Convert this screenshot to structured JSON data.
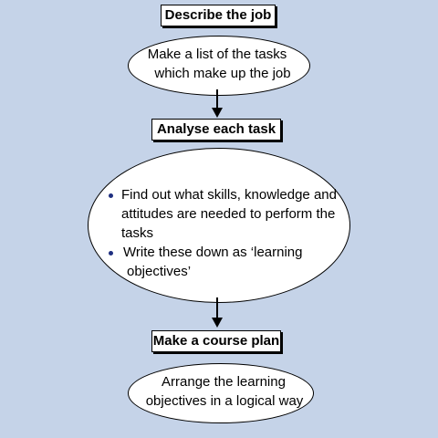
{
  "steps": [
    {
      "heading": "Describe the job",
      "detail_lines": [
        "Make a list of the tasks",
        "which make up the job"
      ]
    },
    {
      "heading": "Analyse each task",
      "bullets": [
        {
          "lines": [
            "Find out what skills, knowledge and",
            "attitudes are needed to perform the",
            "tasks"
          ]
        },
        {
          "lines": [
            "Write these down as ‘learning",
            "objectives’"
          ]
        }
      ]
    },
    {
      "heading": "Make a course plan",
      "detail_lines": [
        "Arrange the learning",
        "objectives in a logical way"
      ]
    }
  ]
}
